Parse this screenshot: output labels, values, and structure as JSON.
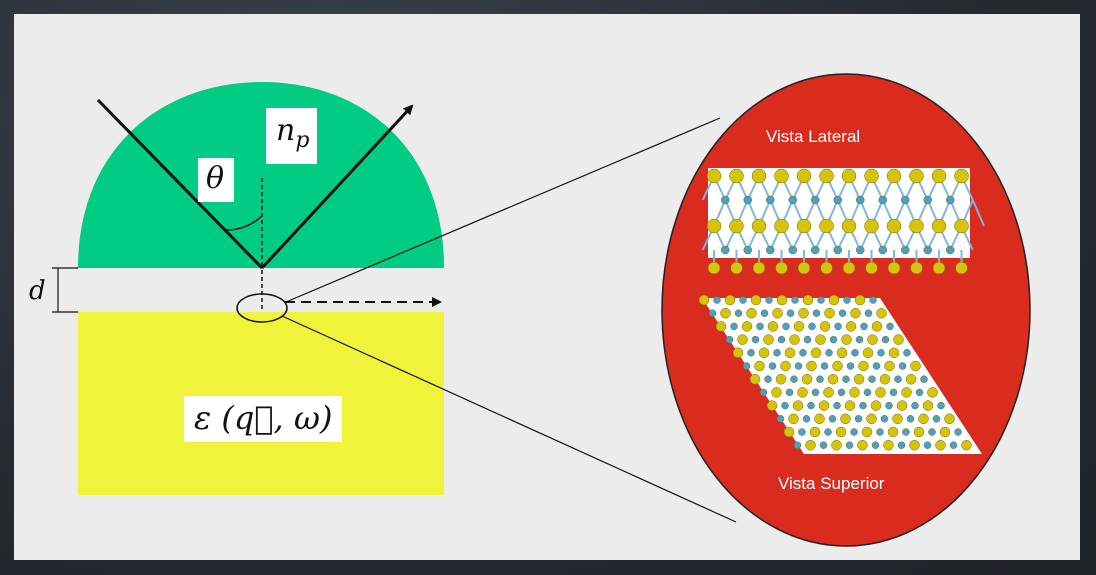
{
  "labels": {
    "refractive_index": "n",
    "refractive_index_sub": "p",
    "angle": "θ",
    "distance": "d",
    "permittivity": "ε (q⃗, ω)"
  },
  "zoom": {
    "top_caption": "Vista Lateral",
    "bottom_caption": "Vista Superior"
  },
  "colors": {
    "prism": "#00cc84",
    "substrate": "#eff33a",
    "zoom_bubble": "#d92b1e",
    "atom_s": "#d4c40c",
    "atom_metal": "#4aa0c8"
  }
}
